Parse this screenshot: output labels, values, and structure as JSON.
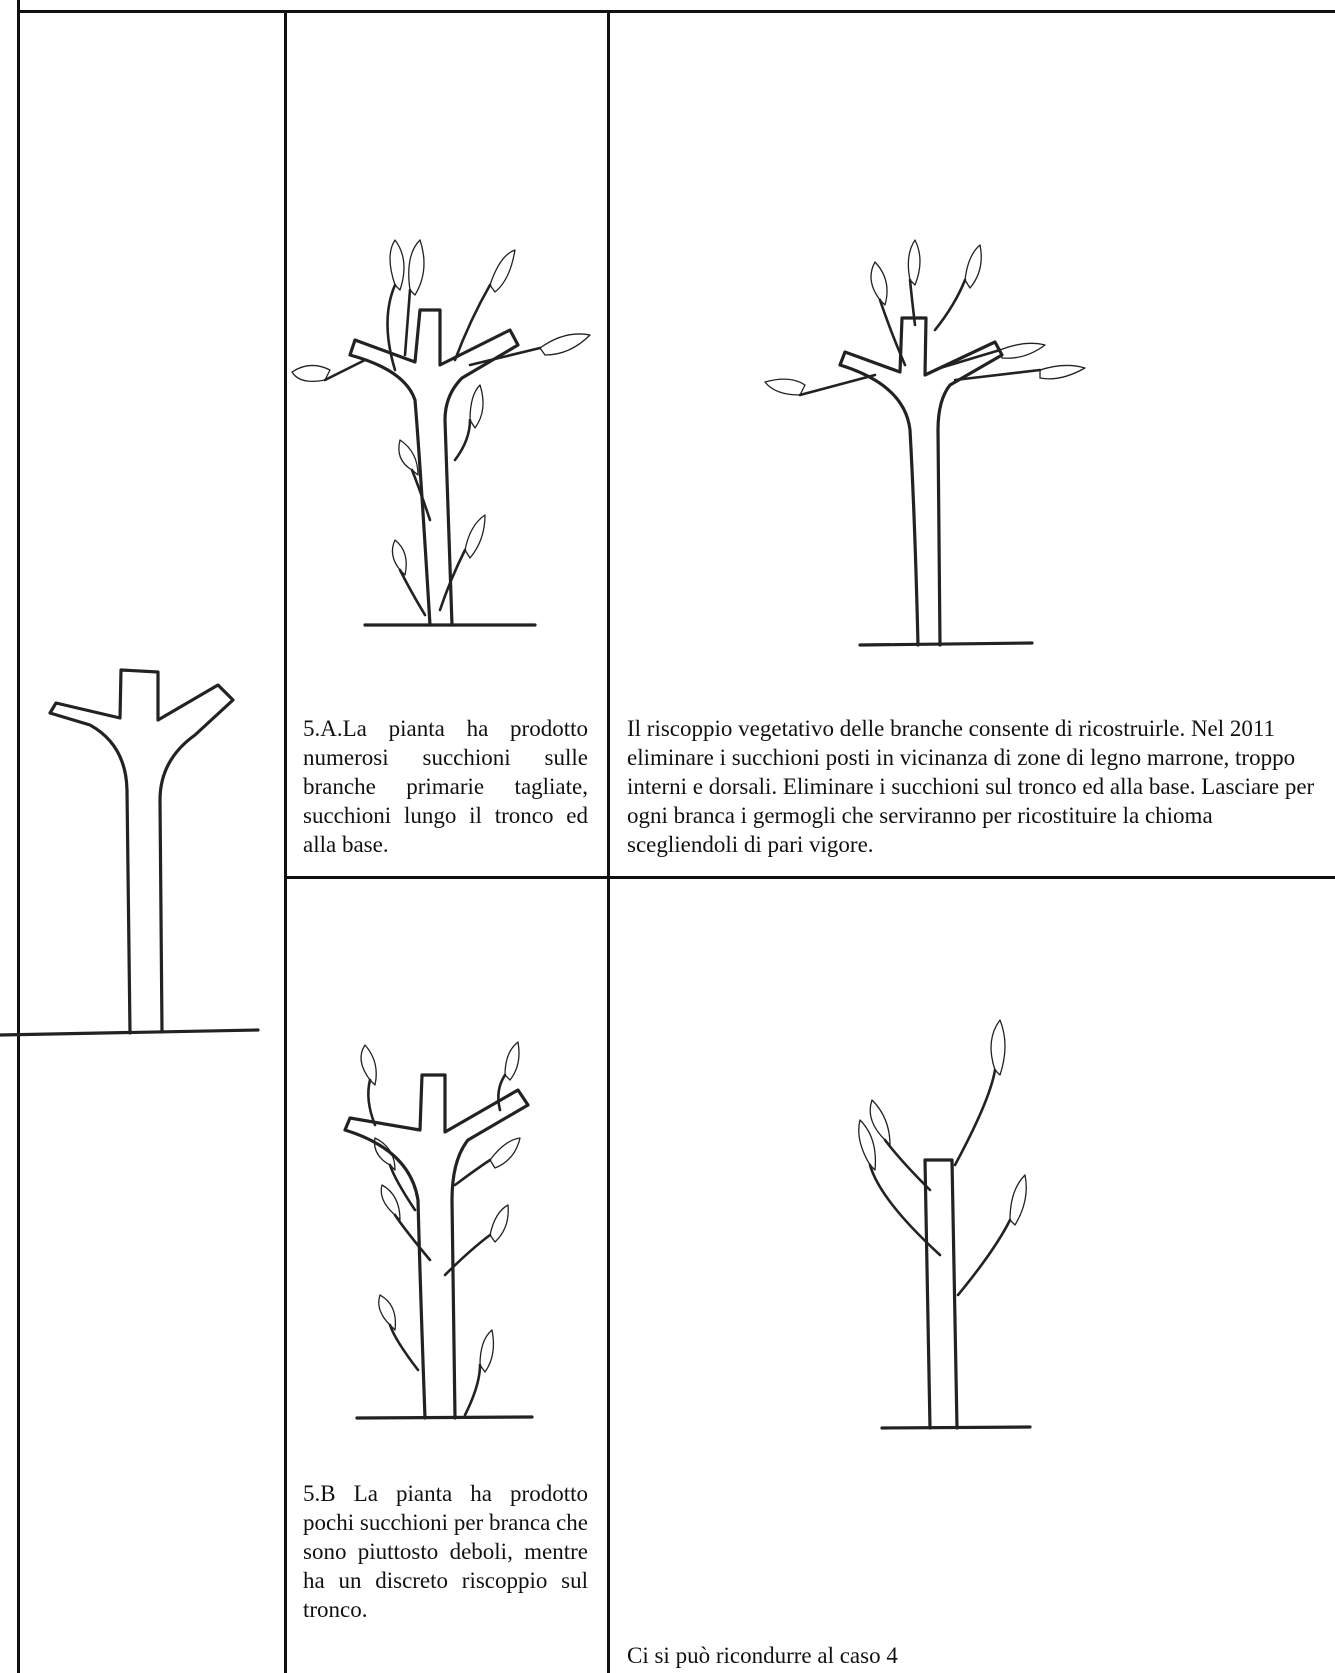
{
  "cells": {
    "text_5a": "5.A.La pianta ha prodotto numerosi succhioni sulle branche primarie tagliate, succhioni  lungo il tronco ed alla base.",
    "text_5a_action": "Il riscoppio vegetativo delle branche consente di ricostruirle. Nel 2011 eliminare i succhioni posti in vicinanza di zone di legno marrone, troppo interni e dorsali. Eliminare i succhioni  sul tronco ed alla base. Lasciare per ogni branca i germogli che serviranno per  ricostituire la chioma scegliendoli di pari vigore.",
    "text_5b": "5.B La pianta ha prodotto pochi succhioni per branca che sono piuttosto deboli, mentre ha un discreto riscoppio sul tronco.",
    "text_5b_action": "Ci si può ricondurre al caso 4"
  },
  "illustrations": [
    "pruned-tree",
    "tree-5a-suckers",
    "tree-5a-pruned",
    "tree-5b-suckers",
    "tree-5b-pruned"
  ]
}
